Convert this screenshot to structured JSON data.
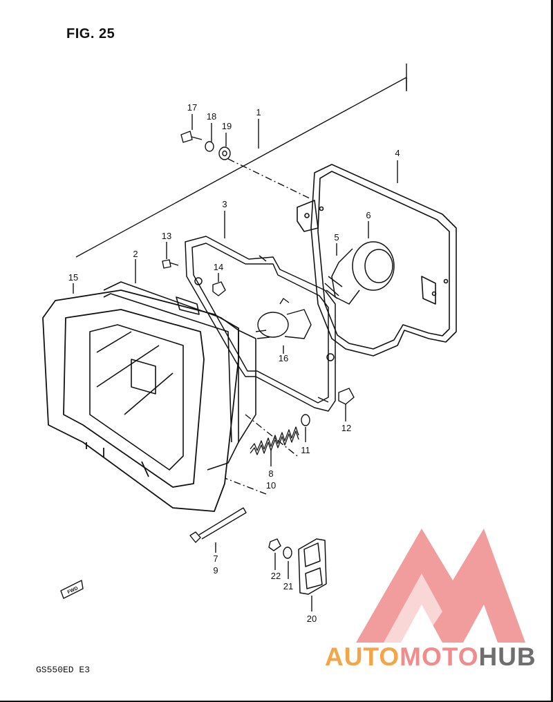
{
  "title": "FIG. 25",
  "model_code": "GS550ED  E3",
  "watermark": {
    "part1": "AUTO",
    "part2": "MOTO",
    "part3": "HUB",
    "colors": {
      "auto": "#f3a54a",
      "moto": "#f08c8c",
      "hub": "#6e6e6e",
      "logo": "#f08c8c"
    }
  },
  "fwd_label": "FWD",
  "callouts": {
    "c1": "1",
    "c2": "2",
    "c3": "3",
    "c4": "4",
    "c5": "5",
    "c6": "6",
    "c7": "7",
    "c8": "8",
    "c9": "9",
    "c10": "10",
    "c11": "11",
    "c12": "12",
    "c13": "13",
    "c14": "14",
    "c15": "15",
    "c16": "16",
    "c17": "17",
    "c18": "18",
    "c19": "19",
    "c20": "20",
    "c21": "21",
    "c22": "22"
  }
}
